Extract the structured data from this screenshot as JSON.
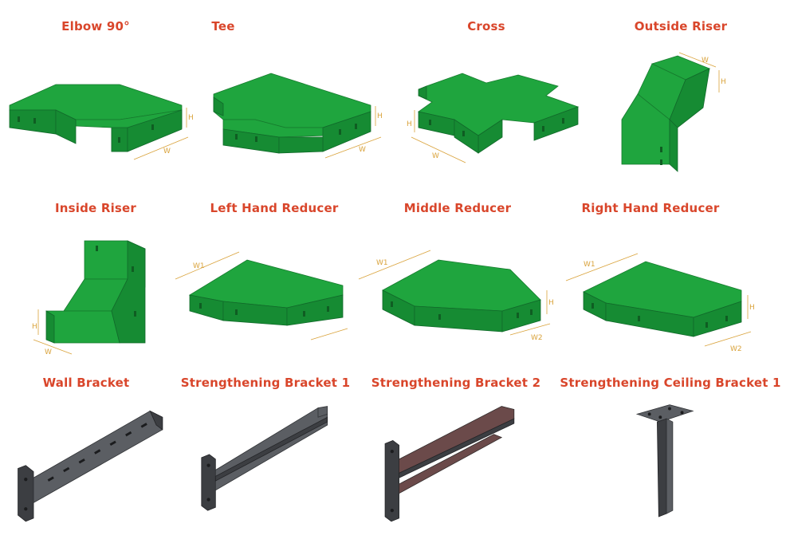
{
  "items": [
    {
      "label": "Elbow 90°",
      "dims": [
        "H",
        "W"
      ]
    },
    {
      "label": "Tee",
      "dims": [
        "H",
        "W"
      ]
    },
    {
      "label": "Cross",
      "dims": [
        "H",
        "W"
      ]
    },
    {
      "label": "Outside Riser",
      "dims": [
        "W",
        "H"
      ]
    },
    {
      "label": "Inside Riser",
      "dims": [
        "H",
        "W"
      ]
    },
    {
      "label": "Left Hand Reducer",
      "dims": [
        "W1"
      ]
    },
    {
      "label": "Middle Reducer",
      "dims": [
        "W1",
        "H",
        "W2"
      ]
    },
    {
      "label": "Right Hand Reducer",
      "dims": [
        "W1",
        "H",
        "W2"
      ]
    },
    {
      "label": "Wall Bracket",
      "dims": []
    },
    {
      "label": "Strengthening Bracket 1",
      "dims": []
    },
    {
      "label": "Strengthening Bracket 2",
      "dims": []
    },
    {
      "label": "Strengthening Ceiling Bracket 1",
      "dims": []
    }
  ],
  "colors": {
    "title": "#d9462b",
    "tray_green": "#1fa53e",
    "dimension": "#d9a23a",
    "bracket_grey": "#5b5e63"
  }
}
